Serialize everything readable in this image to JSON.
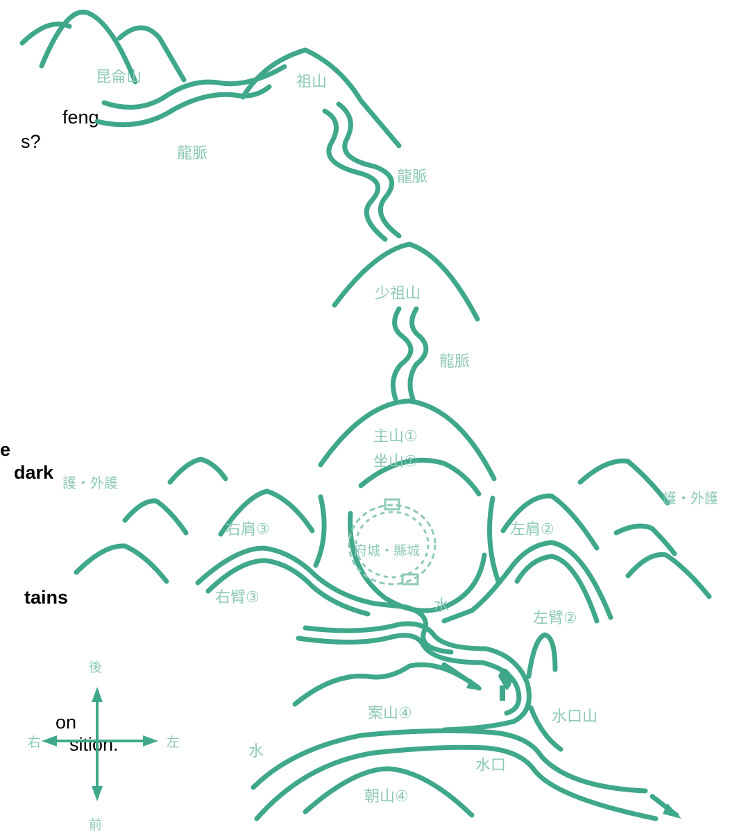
{
  "colors": {
    "ink": "#3fa88a",
    "label": "#8fc9b8",
    "text": "#000000",
    "background": "#ffffff"
  },
  "side_text": {
    "line1": "feng",
    "line2": "s?",
    "line3": "e",
    "line4": "dark",
    "line5": "tains",
    "line6": "on",
    "line7": "sition."
  },
  "labels": {
    "kunlun": "昆侖山",
    "zushan": "祖山",
    "dragon_vein_left": "龍脈",
    "dragon_vein_mid": "龍脈",
    "shaozu": "少祖山",
    "dragon_vein_low": "龍脈",
    "main_mountain": "主山①",
    "seat_mountain": "坐山①",
    "guard_left": "護・外護",
    "guard_right": "護・外護",
    "right_shoulder": "右肩③",
    "left_shoulder": "左肩②",
    "city": "府城・縣城",
    "water_center": "水",
    "right_arm": "右臂③",
    "left_arm": "左臂②",
    "desk_mountain": "案山④",
    "water_mouth_mountain": "水口山",
    "water_left": "水",
    "water_mouth": "水口",
    "court_mountain": "朝山④"
  },
  "compass": {
    "back": "後",
    "front": "前",
    "left": "左",
    "right": "右"
  }
}
